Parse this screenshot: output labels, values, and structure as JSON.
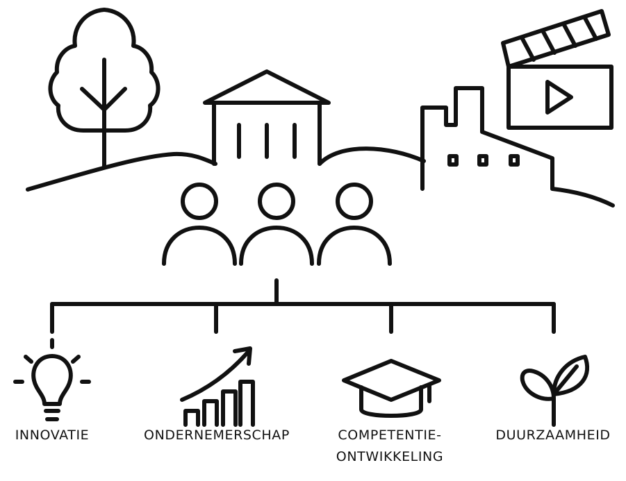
{
  "colors": {
    "stroke": "#111111",
    "background": "#ffffff"
  },
  "illustration": {
    "icons": [
      "tree-icon",
      "building-columns-icon",
      "castle-icon",
      "film-clapper-icon",
      "people-group-icon"
    ]
  },
  "categories": [
    {
      "id": "innovatie",
      "icon": "lightbulb-icon",
      "lines": [
        "INNOVATIE"
      ]
    },
    {
      "id": "ondernemerschap",
      "icon": "growth-chart-icon",
      "lines": [
        "ONDERNEMERSCHAP"
      ]
    },
    {
      "id": "competentieontwikkeling",
      "icon": "graduation-cap-icon",
      "lines": [
        "COMPETENTIE-",
        "ONTWIKKELING"
      ]
    },
    {
      "id": "duurzaamheid",
      "icon": "sprout-icon",
      "lines": [
        "DUURZAAMHEID"
      ]
    }
  ]
}
